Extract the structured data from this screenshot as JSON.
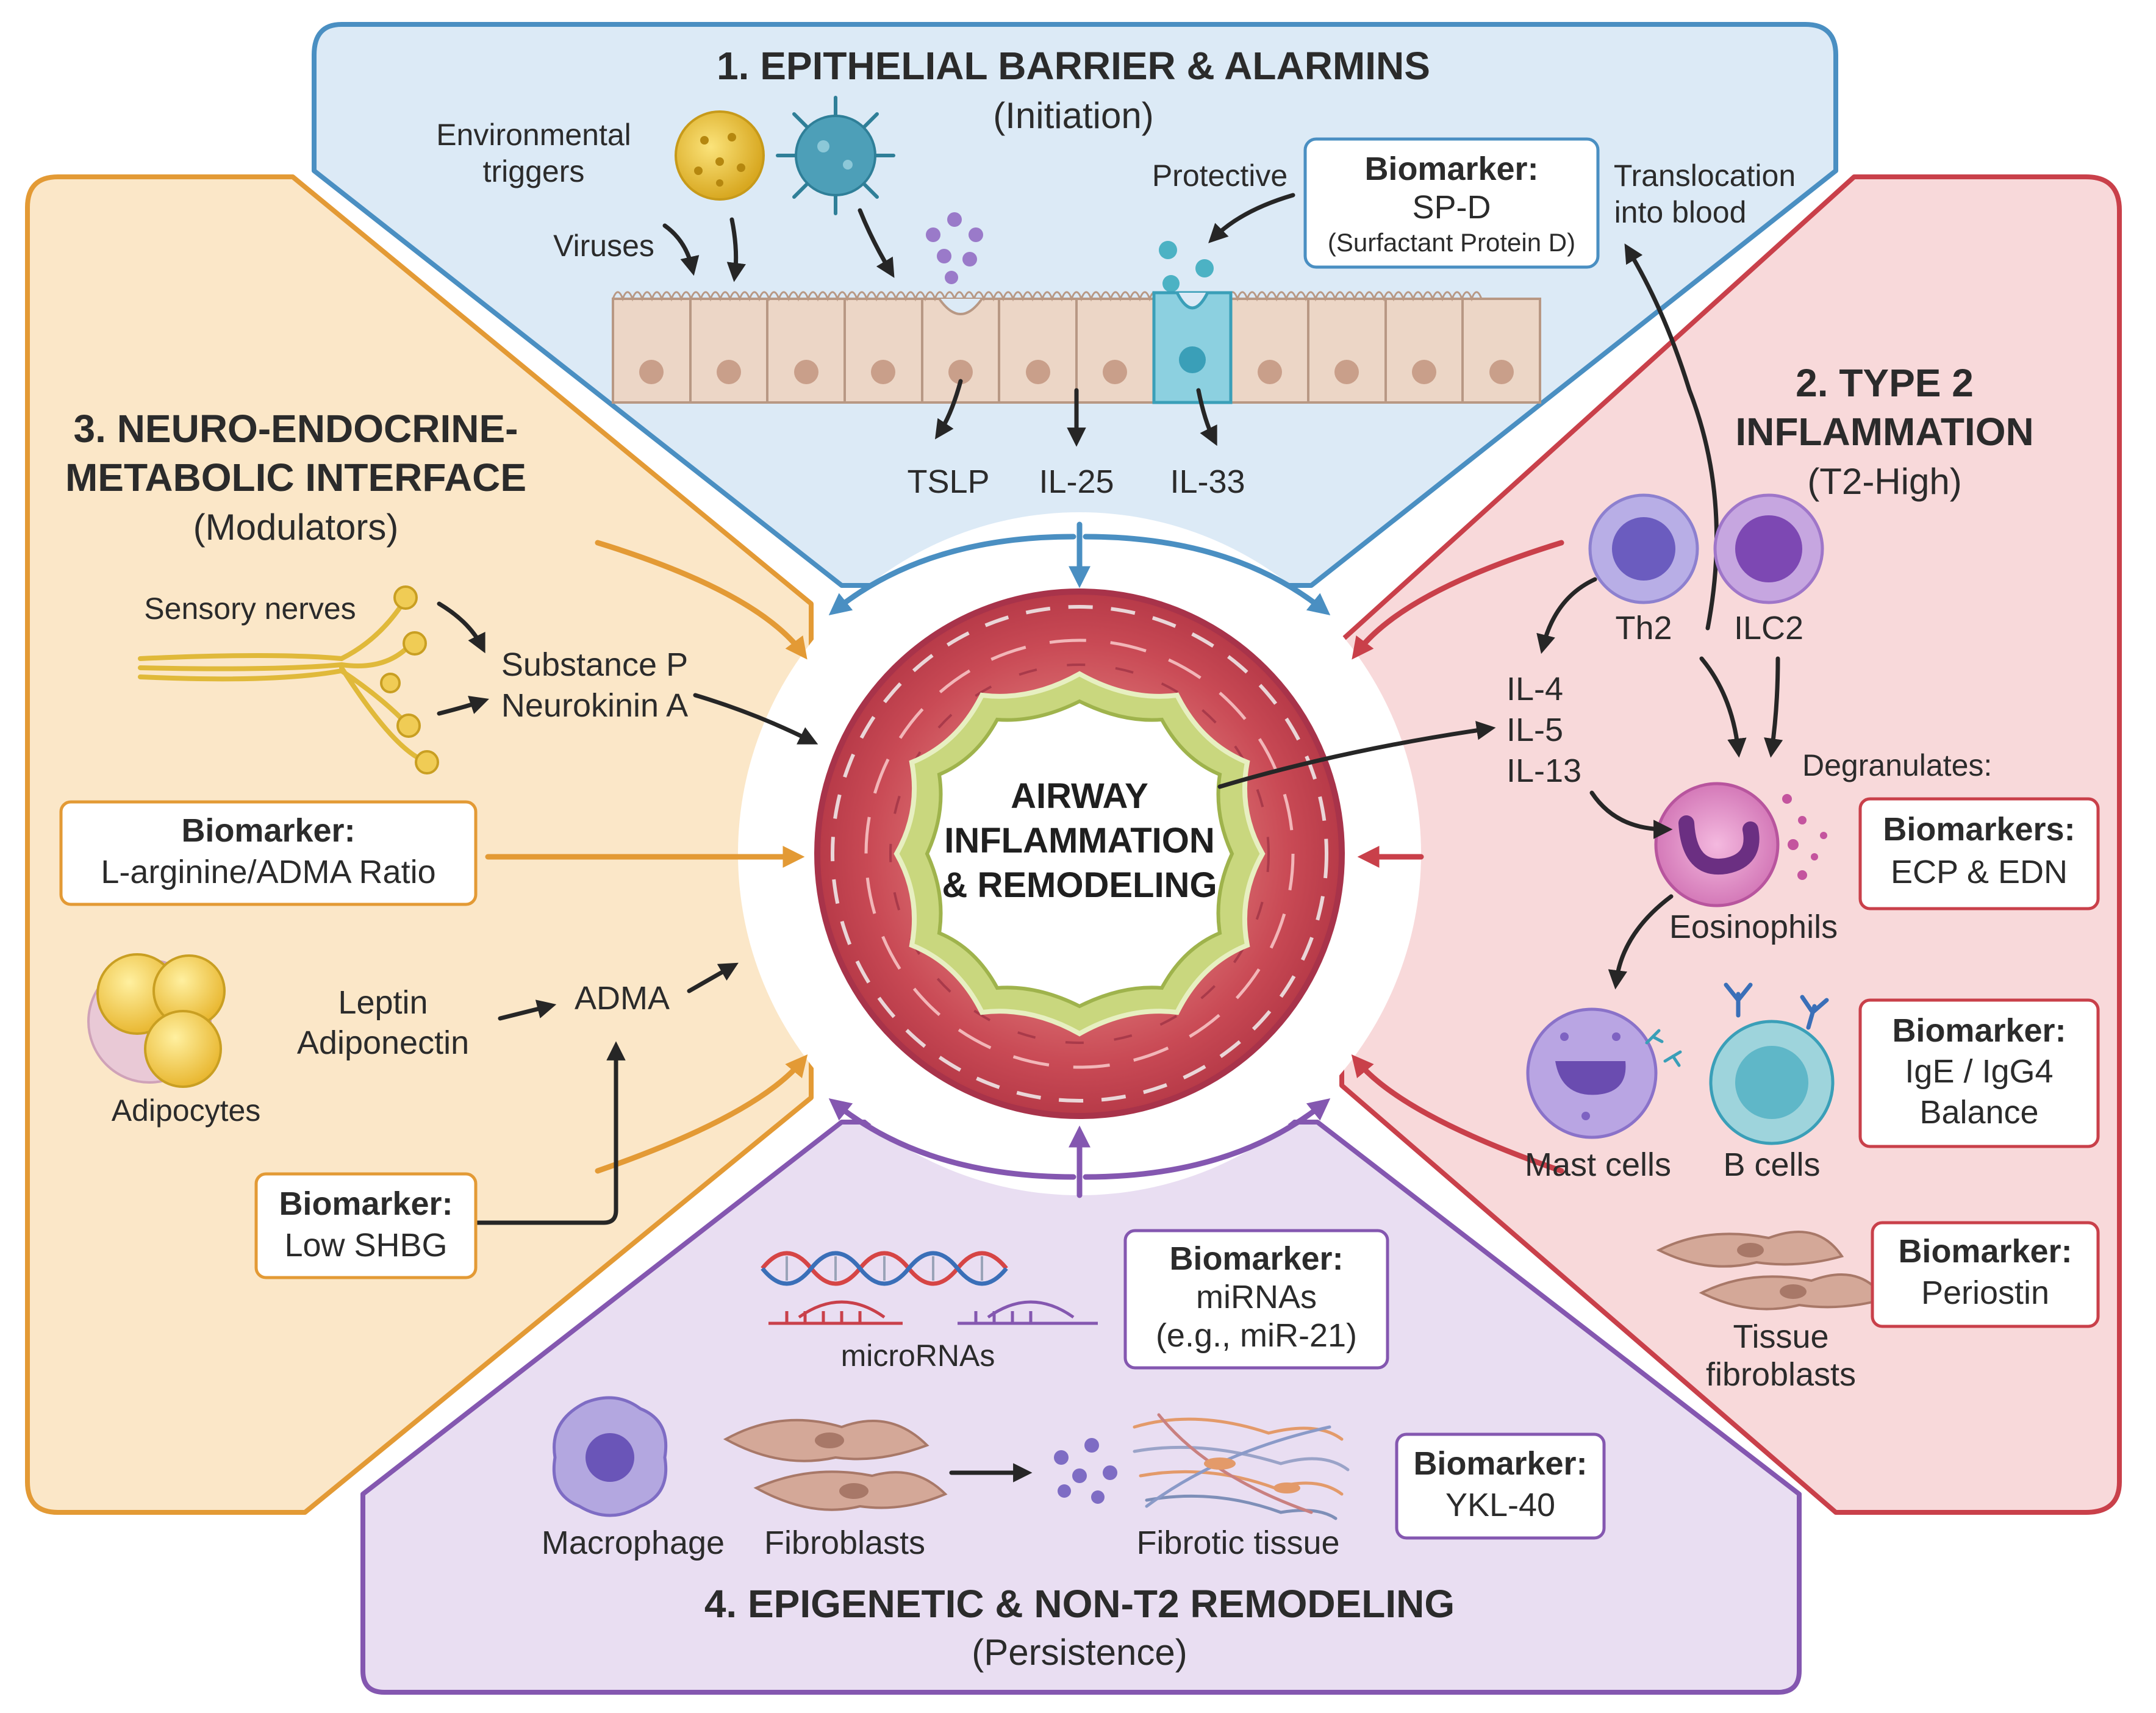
{
  "center": {
    "line1": "AIRWAY",
    "line2": "INFLAMMATION",
    "line3": "& REMODELING"
  },
  "panels": {
    "epithelial": {
      "title": "1. EPITHELIAL BARRIER & ALARMINS",
      "subtitle": "(Initiation)",
      "labels": {
        "env1": "Environmental",
        "env2": "triggers",
        "viruses": "Viruses",
        "protective": "Protective",
        "transloc1": "Translocation",
        "transloc2": "into blood",
        "tslp": "TSLP",
        "il25": "IL-25",
        "il33": "IL-33"
      },
      "biomarker": {
        "head": "Biomarker:",
        "line1": "SP-D",
        "line2": "(Surfactant Protein D)"
      },
      "color": "#4a8fc2"
    },
    "type2": {
      "title1": "2. TYPE 2",
      "title2": "INFLAMMATION",
      "subtitle": "(T2-High)",
      "labels": {
        "th2": "Th2",
        "ilc2": "ILC2",
        "il4": "IL-4",
        "il5": "IL-5",
        "il13": "IL-13",
        "degranulates": "Degranulates:",
        "eosinophils": "Eosinophils",
        "mast": "Mast cells",
        "bcells": "B cells",
        "tissue1": "Tissue",
        "tissue2": "fibroblasts"
      },
      "biomarker_ecp": {
        "head": "Biomarkers:",
        "line1": "ECP & EDN"
      },
      "biomarker_ige": {
        "head": "Biomarker:",
        "line1": "IgE / IgG4",
        "line2": "Balance"
      },
      "biomarker_periostin": {
        "head": "Biomarker:",
        "line1": "Periostin"
      },
      "color": "#c9404a"
    },
    "neuro": {
      "title1": "3. NEURO-ENDOCRINE-",
      "title2": "METABOLIC INTERFACE",
      "subtitle": "(Modulators)",
      "labels": {
        "nerves": "Sensory nerves",
        "substance": "Substance P",
        "neurokinin": "Neurokinin A",
        "leptin": "Leptin",
        "adiponectin": "Adiponectin",
        "adma": "ADMA",
        "adipocytes": "Adipocytes"
      },
      "biomarker_arg": {
        "head": "Biomarker:",
        "line1": "L-arginine/ADMA Ratio"
      },
      "biomarker_shbg": {
        "head": "Biomarker:",
        "line1": "Low SHBG"
      },
      "color": "#e39a35"
    },
    "epigenetic": {
      "title": "4. EPIGENETIC & NON-T2 REMODELING",
      "subtitle": "(Persistence)",
      "labels": {
        "micro": "microRNAs",
        "macrophage": "Macrophage",
        "fibroblasts": "Fibroblasts",
        "fibrotic": "Fibrotic tissue"
      },
      "biomarker_mirna": {
        "head": "Biomarker:",
        "line1": "miRNAs",
        "line2": "(e.g., miR-21)"
      },
      "biomarker_ykl": {
        "head": "Biomarker:",
        "line1": "YKL-40"
      },
      "color": "#8457b0"
    }
  }
}
